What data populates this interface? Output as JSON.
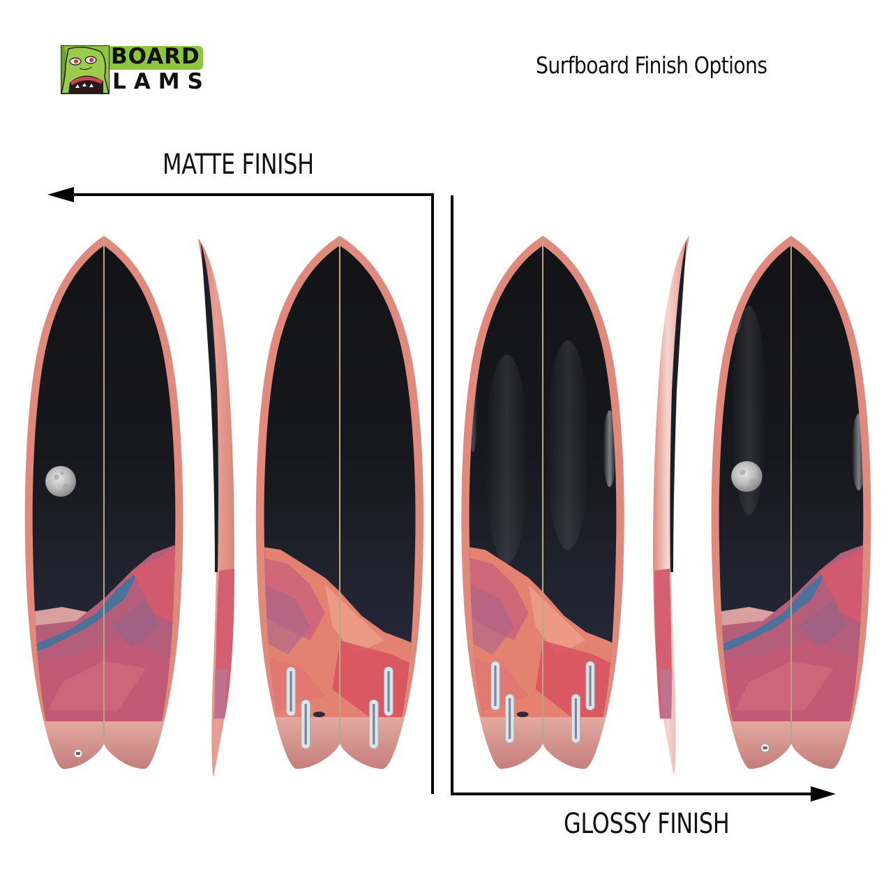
{
  "header": {
    "logo": {
      "line1": "BOARD",
      "line2": "LAMS",
      "mascot": "green-monster-mascot",
      "brand_color": "#8cc63f"
    },
    "title": "Surfboard Finish Options"
  },
  "sections": [
    {
      "label": "MATTE FINISH",
      "arrow_direction": "left",
      "boards": [
        {
          "view": "deck",
          "features": [
            "moon",
            "stringer",
            "leash-plug"
          ]
        },
        {
          "view": "side-rail"
        },
        {
          "view": "bottom",
          "features": [
            "stringer",
            "quad-fin-boxes"
          ]
        }
      ]
    },
    {
      "label": "GLOSSY FINISH",
      "arrow_direction": "right",
      "boards": [
        {
          "view": "bottom",
          "features": [
            "stringer",
            "quad-fin-boxes"
          ]
        },
        {
          "view": "side-rail"
        },
        {
          "view": "deck",
          "features": [
            "moon",
            "stringer",
            "leash-plug"
          ]
        }
      ]
    }
  ],
  "colors": {
    "rail": "#e08a7e",
    "sky_top": "#131316",
    "sky_bottom": "#2a2d40",
    "mountain_pink": "#c9607a",
    "mountain_blue": "#4c6f97",
    "tail": "#d48f89",
    "stringer": "#b6a886",
    "fin_box": "#dfe3ea"
  }
}
